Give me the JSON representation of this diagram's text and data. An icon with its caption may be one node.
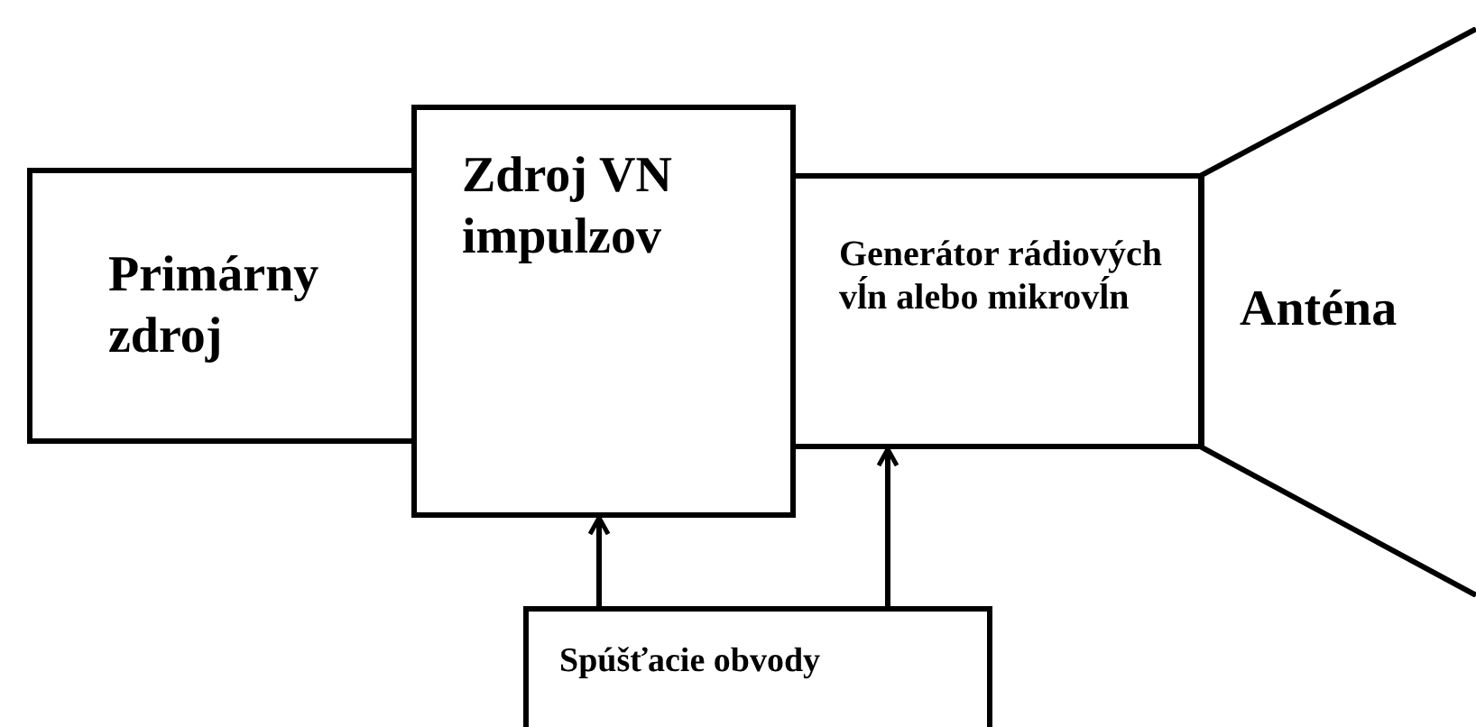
{
  "diagram": {
    "nodes": [
      {
        "text": [
          "Primárny zdroj"
        ]
      },
      {
        "text": [
          "Zdroj VN impulzov"
        ]
      },
      {
        "text": [
          "Generátor rádiových vĺn alebo mikrovĺn"
        ]
      },
      {
        "text": [
          "Anténa"
        ]
      },
      {
        "text": [
          "Spúšťacie obvody"
        ]
      }
    ],
    "edges": [
      {
        "from": 4,
        "to": 1,
        "arrow": "to"
      },
      {
        "from": 4,
        "to": 2,
        "arrow": "to"
      }
    ]
  }
}
